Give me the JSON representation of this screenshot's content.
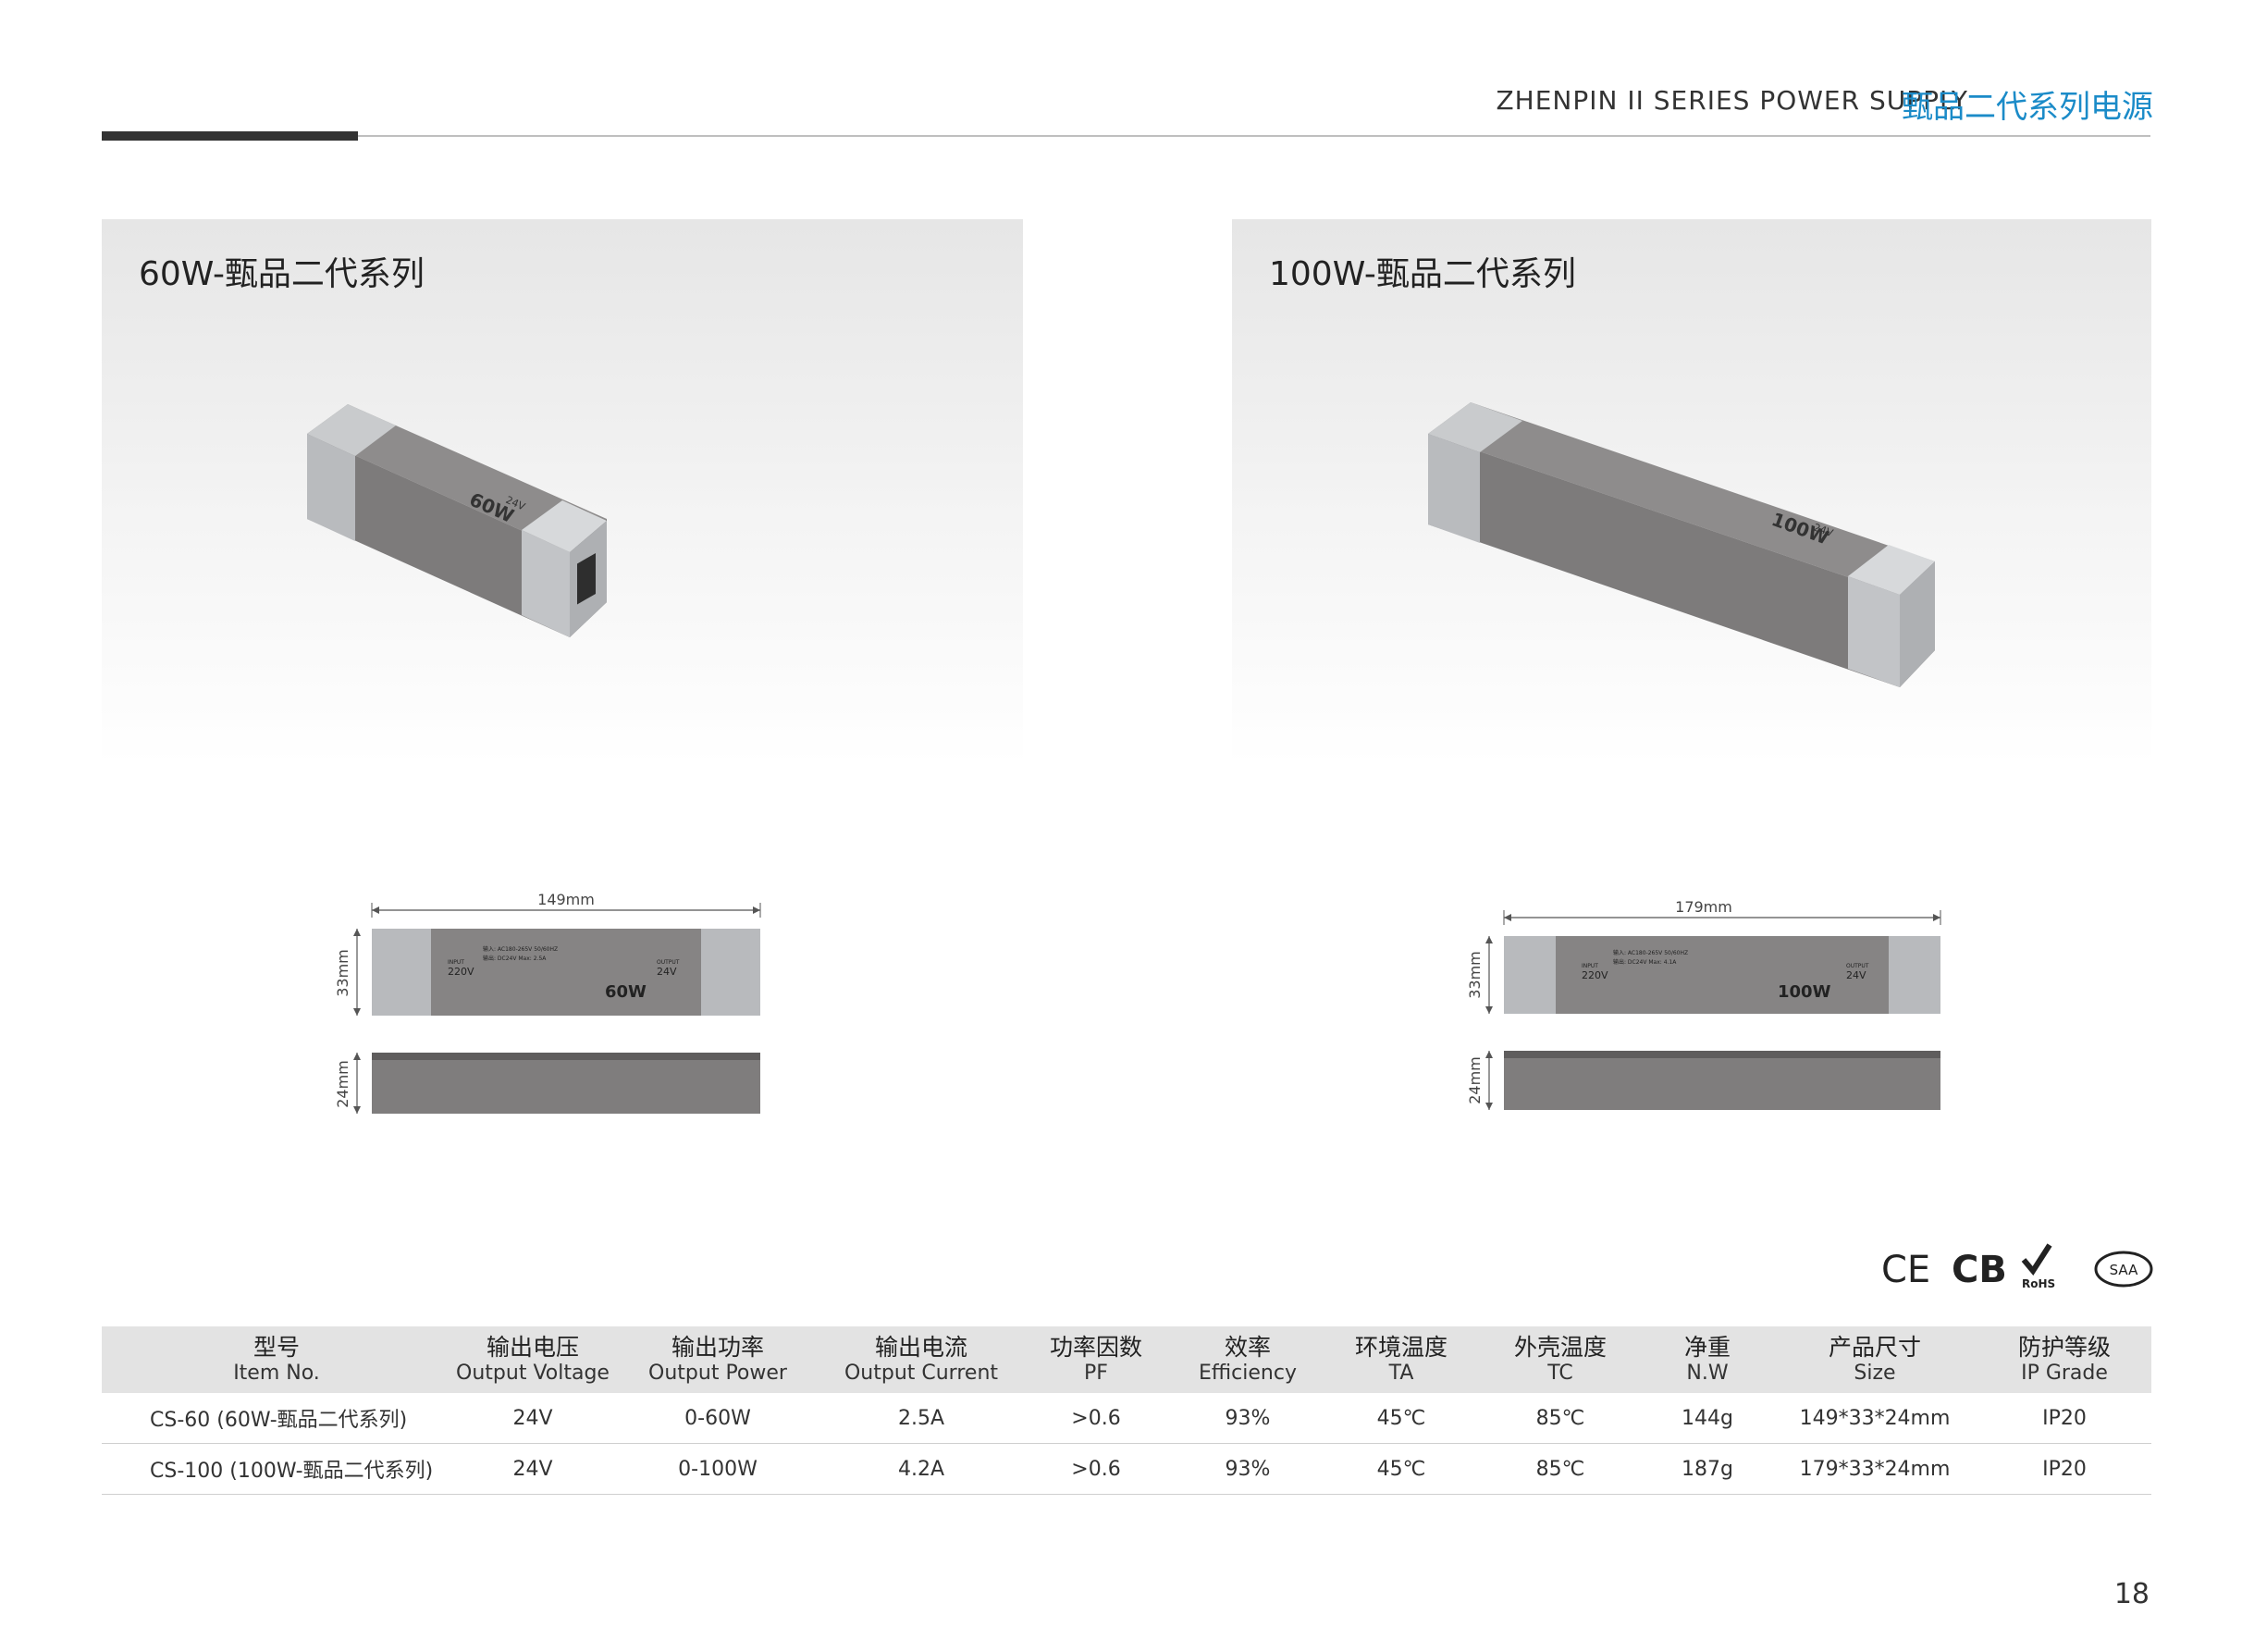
{
  "header": {
    "series_en": "ZHENPIN II SERIES POWER SUPPLY",
    "series_cn": "甄品二代系列电源"
  },
  "products": [
    {
      "title": "60W-甄品二代系列",
      "label_power": "60W",
      "label_out": "24V"
    },
    {
      "title": "100W-甄品二代系列",
      "label_power": "100W",
      "label_out": "24V"
    }
  ],
  "drawings": [
    {
      "length": "149mm",
      "height": "33mm",
      "depth": "24mm",
      "input_label": "INPUT",
      "input_value": "220V",
      "output_label": "OUTPUT",
      "output_value": "24V",
      "spec1": "输入: AC180-265V 50/60HZ",
      "spec2": "输出: DC24V  Max: 2.5A",
      "power": "60W"
    },
    {
      "length": "179mm",
      "height": "33mm",
      "depth": "24mm",
      "input_label": "INPUT",
      "input_value": "220V",
      "output_label": "OUTPUT",
      "output_value": "24V",
      "spec1": "输入: AC180-265V 50/60HZ",
      "spec2": "输出: DC24V  Max: 4.1A",
      "power": "100W"
    }
  ],
  "certifications": [
    "CE",
    "CB",
    "RoHS",
    "SAA"
  ],
  "table": {
    "headers": [
      {
        "cn": "型号",
        "en": "Item No."
      },
      {
        "cn": "输出电压",
        "en": "Output Voltage"
      },
      {
        "cn": "输出功率",
        "en": "Output Power"
      },
      {
        "cn": "输出电流",
        "en": "Output Current"
      },
      {
        "cn": "功率因数",
        "en": "PF"
      },
      {
        "cn": "效率",
        "en": "Efficiency"
      },
      {
        "cn": "环境温度",
        "en": "TA"
      },
      {
        "cn": "外壳温度",
        "en": "TC"
      },
      {
        "cn": "净重",
        "en": "N.W"
      },
      {
        "cn": "产品尺寸",
        "en": "Size"
      },
      {
        "cn": "防护等级",
        "en": "IP Grade"
      }
    ],
    "rows": [
      [
        "CS-60 (60W-甄品二代系列)",
        "24V",
        "0-60W",
        "2.5A",
        ">0.6",
        "93%",
        "45℃",
        "85℃",
        "144g",
        "149*33*24mm",
        "IP20"
      ],
      [
        "CS-100 (100W-甄品二代系列)",
        "24V",
        "0-100W",
        "4.2A",
        ">0.6",
        "93%",
        "45℃",
        "85℃",
        "187g",
        "179*33*24mm",
        "IP20"
      ]
    ]
  },
  "page_number": "18"
}
